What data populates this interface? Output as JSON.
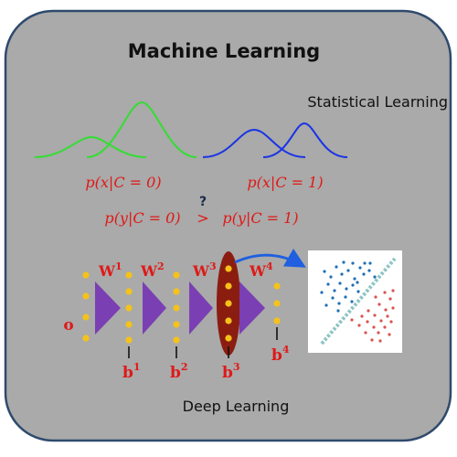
{
  "title": "Machine Learning",
  "statistical": {
    "heading": "Statistical Learning",
    "cond0": "p(x|C = 0)",
    "cond1": "p(x|C = 1)",
    "question": "?",
    "decision_left": "p(y|C = 0)",
    "decision_op": ">",
    "decision_right": "p(y|C = 1)"
  },
  "deep": {
    "heading": "Deep Learning",
    "input_label": "o",
    "weights": [
      {
        "base": "W",
        "sup": "1"
      },
      {
        "base": "W",
        "sup": "2"
      },
      {
        "base": "W",
        "sup": "3"
      },
      {
        "base": "W",
        "sup": "4"
      }
    ],
    "biases": [
      {
        "base": "b",
        "sup": "1"
      },
      {
        "base": "b",
        "sup": "2"
      },
      {
        "base": "b",
        "sup": "3"
      },
      {
        "base": "b",
        "sup": "4"
      }
    ]
  },
  "colors": {
    "panel_bg": "#a9aaa9",
    "panel_border": "#2f4a6d",
    "curve_green": "#33dd33",
    "curve_blue": "#1a33e6",
    "math_red": "#e01818",
    "neuron_yellow": "#f5c21b",
    "triangle_purple": "#7b3fb4",
    "highlight_layer": "#8b1d10",
    "arrow_blue": "#1f5fe0",
    "scatter_blue": "#1f6fb5",
    "scatter_red": "#d9534f",
    "divider_teal": "#8fc4c4"
  }
}
